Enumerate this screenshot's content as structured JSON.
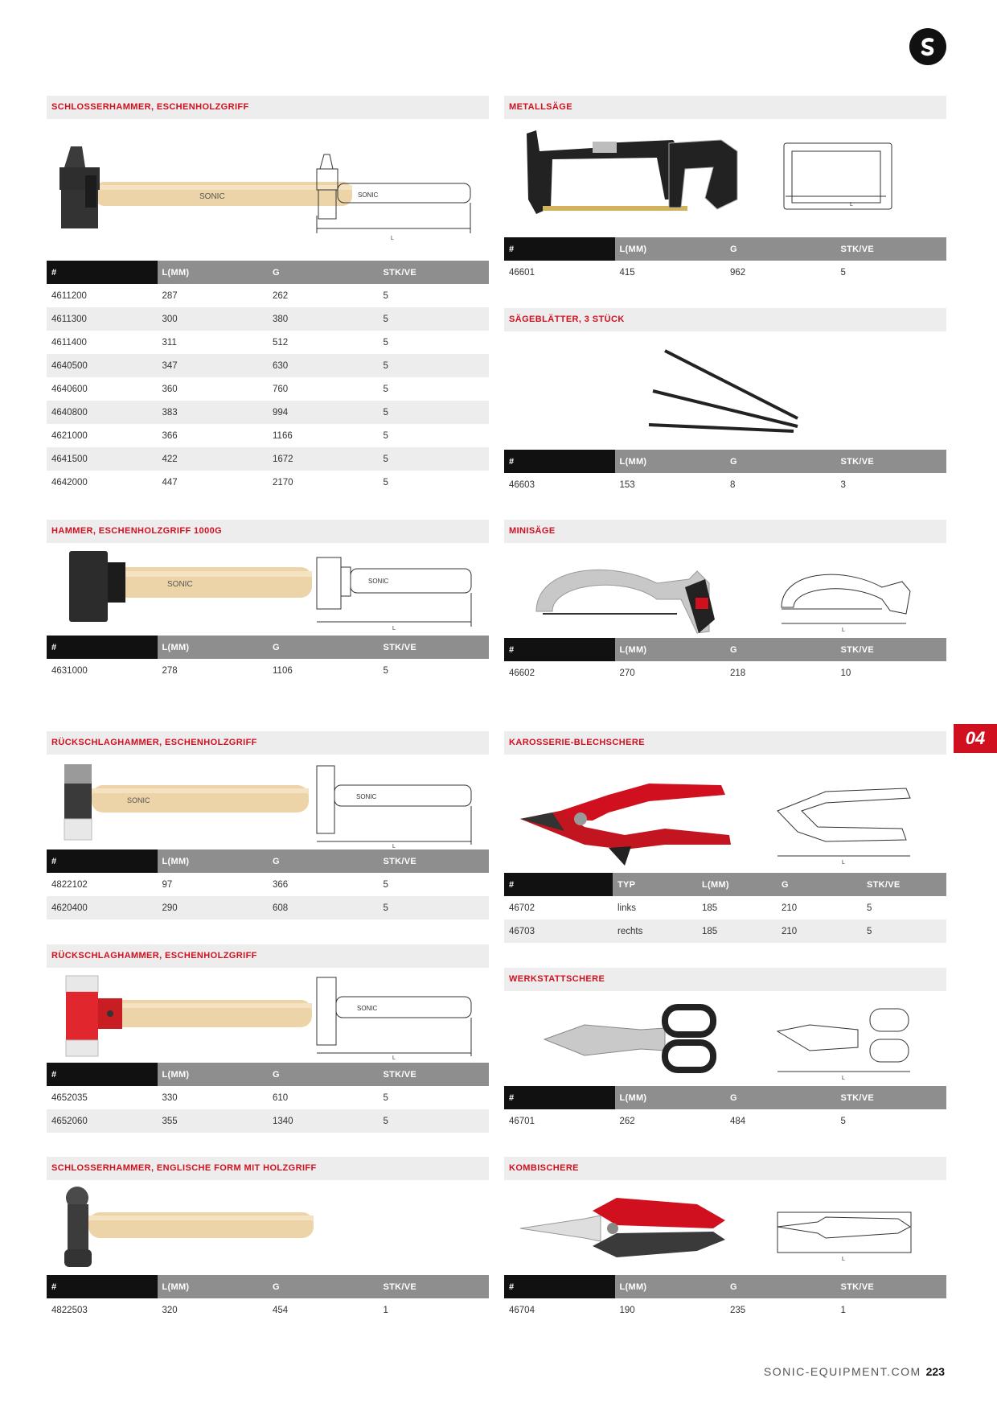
{
  "page": {
    "number": "223",
    "site": "SONIC-EQUIPMENT.COM",
    "chapter_tab": "04"
  },
  "colors": {
    "accent": "#d1101f",
    "header_dark": "#111111",
    "header_gray": "#8e8e8e",
    "band": "#ededed"
  },
  "left": [
    {
      "title": "SCHLOSSERHAMMER, ESCHENHOLZGRIFF",
      "headers": [
        "#",
        "L(MM)",
        "G",
        "STK/VE"
      ],
      "rows": [
        [
          "4611200",
          "287",
          "262",
          "5"
        ],
        [
          "4611300",
          "300",
          "380",
          "5"
        ],
        [
          "4611400",
          "311",
          "512",
          "5"
        ],
        [
          "4640500",
          "347",
          "630",
          "5"
        ],
        [
          "4640600",
          "360",
          "760",
          "5"
        ],
        [
          "4640800",
          "383",
          "994",
          "5"
        ],
        [
          "4621000",
          "366",
          "1166",
          "5"
        ],
        [
          "4641500",
          "422",
          "1672",
          "5"
        ],
        [
          "4642000",
          "447",
          "2170",
          "5"
        ]
      ]
    },
    {
      "title": "HAMMER, ESCHENHOLZGRIFF 1000G",
      "headers": [
        "#",
        "L(MM)",
        "G",
        "STK/VE"
      ],
      "rows": [
        [
          "4631000",
          "278",
          "1106",
          "5"
        ]
      ]
    },
    {
      "title": "RÜCKSCHLAGHAMMER, ESCHENHOLZGRIFF",
      "headers": [
        "#",
        "L(MM)",
        "G",
        "STK/VE"
      ],
      "rows": [
        [
          "4822102",
          "97",
          "366",
          "5"
        ],
        [
          "4620400",
          "290",
          "608",
          "5"
        ]
      ]
    },
    {
      "title": "RÜCKSCHLAGHAMMER, ESCHENHOLZGRIFF",
      "headers": [
        "#",
        "L(MM)",
        "G",
        "STK/VE"
      ],
      "rows": [
        [
          "4652035",
          "330",
          "610",
          "5"
        ],
        [
          "4652060",
          "355",
          "1340",
          "5"
        ]
      ]
    },
    {
      "title": "SCHLOSSERHAMMER, ENGLISCHE FORM MIT HOLZGRIFF",
      "headers": [
        "#",
        "L(MM)",
        "G",
        "STK/VE"
      ],
      "rows": [
        [
          "4822503",
          "320",
          "454",
          "1"
        ]
      ]
    }
  ],
  "right": [
    {
      "title": "METALLSÄGE",
      "headers": [
        "#",
        "L(MM)",
        "G",
        "STK/VE"
      ],
      "rows": [
        [
          "46601",
          "415",
          "962",
          "5"
        ]
      ]
    },
    {
      "title": "SÄGEBLÄTTER, 3 STÜCK",
      "headers": [
        "#",
        "L(MM)",
        "G",
        "STK/VE"
      ],
      "rows": [
        [
          "46603",
          "153",
          "8",
          "3"
        ]
      ]
    },
    {
      "title": "MINISÄGE",
      "headers": [
        "#",
        "L(MM)",
        "G",
        "STK/VE"
      ],
      "rows": [
        [
          "46602",
          "270",
          "218",
          "10"
        ]
      ]
    },
    {
      "title": "KAROSSERIE-BLECHSCHERE",
      "headers": [
        "#",
        "TYP",
        "L(MM)",
        "G",
        "STK/VE"
      ],
      "rows": [
        [
          "46702",
          "links",
          "185",
          "210",
          "5"
        ],
        [
          "46703",
          "rechts",
          "185",
          "210",
          "5"
        ]
      ]
    },
    {
      "title": "WERKSTATTSCHERE",
      "headers": [
        "#",
        "L(MM)",
        "G",
        "STK/VE"
      ],
      "rows": [
        [
          "46701",
          "262",
          "484",
          "5"
        ]
      ]
    },
    {
      "title": "KOMBISCHERE",
      "headers": [
        "#",
        "L(MM)",
        "G",
        "STK/VE"
      ],
      "rows": [
        [
          "46704",
          "190",
          "235",
          "1"
        ]
      ]
    }
  ],
  "drawing_dim_label": "L",
  "brand_mark": "SONIC"
}
